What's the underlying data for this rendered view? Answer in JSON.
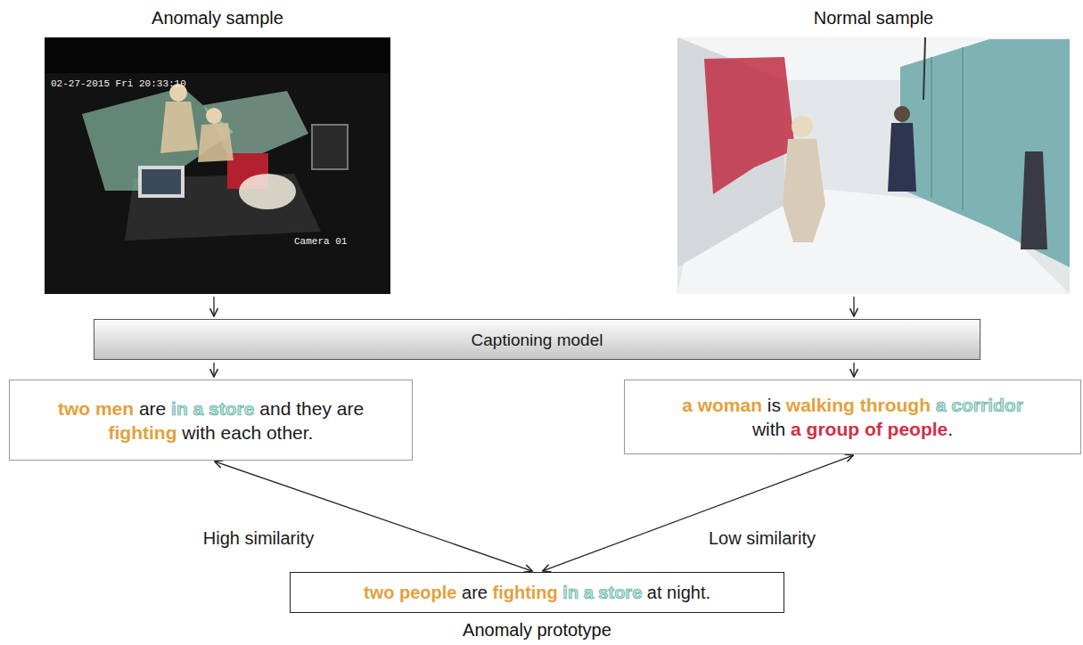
{
  "diagram": {
    "nodes": [
      {
        "text": [
          "Anomaly sample"
        ]
      },
      {
        "text": [
          "Normal sample"
        ]
      },
      {
        "text": [
          "Captioning model"
        ]
      },
      {
        "text": [
          "two men are in a store and they are fighting with each other."
        ]
      },
      {
        "text": [
          "a woman is walking through a corridor with a group of people."
        ]
      },
      {
        "text": [
          "two people are fighting in a store at night.",
          "Anomaly prototype"
        ]
      }
    ],
    "edges": [
      {
        "from": 0,
        "to": 2,
        "arrow": "to"
      },
      {
        "from": 1,
        "to": 2,
        "arrow": "to"
      },
      {
        "from": 2,
        "to": 3,
        "arrow": "to"
      },
      {
        "from": 2,
        "to": 4,
        "arrow": "to"
      },
      {
        "from": 3,
        "to": 5,
        "label": "High similarity",
        "arrow": "both"
      },
      {
        "from": 4,
        "to": 5,
        "label": "Low similarity",
        "arrow": "both"
      }
    ],
    "labels": [
      "02-27-2015 Fri 20:33:10",
      "Camera 01"
    ]
  }
}
